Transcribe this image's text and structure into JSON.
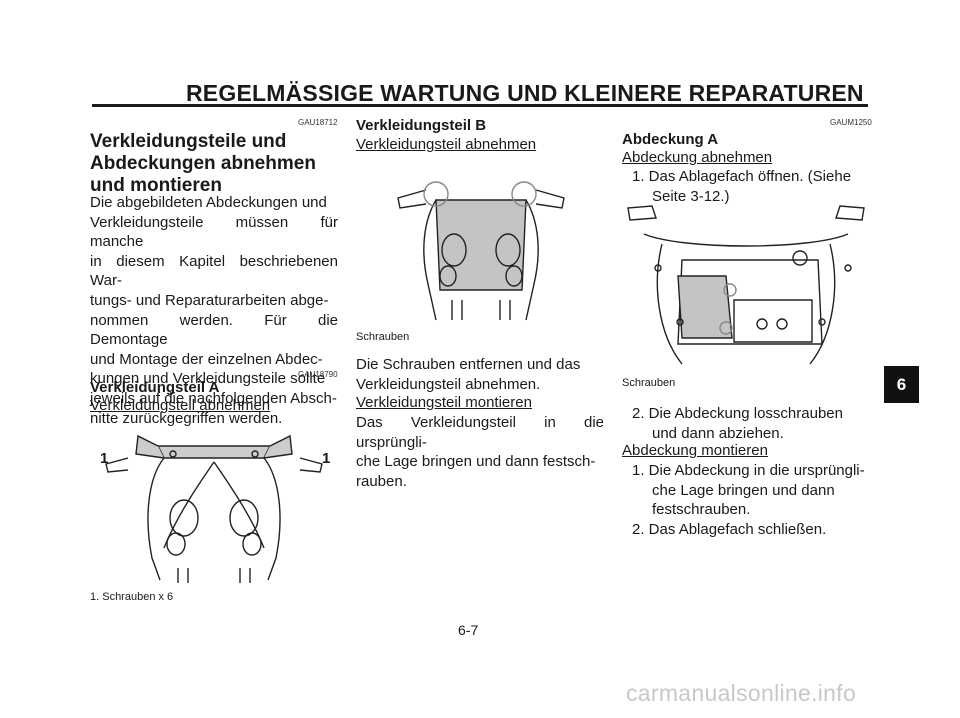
{
  "header": {
    "title": "REGELMÄSSIGE WARTUNG UND KLEINERE REPARATUREN"
  },
  "col1": {
    "code1": "GAU18712",
    "heading_lines": [
      "Verkleidungsteile und",
      "Abdeckungen abnehmen",
      "und montieren"
    ],
    "intro_lines": [
      "Die abgebildeten Abdeckungen und",
      "Verkleidungsteile müssen für manche",
      "in diesem Kapitel beschriebenen War-",
      "tungs- und Reparaturarbeiten abge-",
      "nommen werden. Für die Demontage",
      "und Montage der einzelnen Abdec-",
      "kungen und Verkleidungsteile sollte",
      "jeweils auf die nachfolgenden Absch-",
      "nitte zurückgegriffen werden."
    ],
    "code2": "GAU18790",
    "subheading": "Verkleidungsteil A",
    "underline": "Verkleidungsteil abnehmen",
    "figure_label_left": "1",
    "figure_label_right": "1",
    "caption": "1. Schrauben x 6"
  },
  "col2": {
    "subheading": "Verkleidungsteil B",
    "underline1": "Verkleidungsteil abnehmen",
    "caption": "Schrauben",
    "text1_lines": [
      "Die Schrauben entfernen und das",
      "Verkleidungsteil abnehmen."
    ],
    "underline2": "Verkleidungsteil montieren",
    "text2_lines": [
      "Das Verkleidungsteil in die ursprüngli-",
      "che Lage bringen und dann festsch-",
      "rauben."
    ]
  },
  "col3": {
    "code": "GAUM1250",
    "subheading": "Abdeckung A",
    "underline1": "Abdeckung abnehmen",
    "step1_lines": [
      "1. Das Ablagefach öffnen. (Siehe",
      "Seite 3-12.)"
    ],
    "caption": "Schrauben",
    "step2_lines": [
      "2. Die Abdeckung losschrauben",
      "und dann abziehen."
    ],
    "underline2": "Abdeckung montieren",
    "step3_lines": [
      "1. Die Abdeckung in die ursprüngli-",
      "che Lage bringen und dann",
      "festschrauben."
    ],
    "step4": "2. Das Ablagefach schließen."
  },
  "side_tab": "6",
  "page_number": "6-7",
  "watermark": "carmanualsonline.info"
}
